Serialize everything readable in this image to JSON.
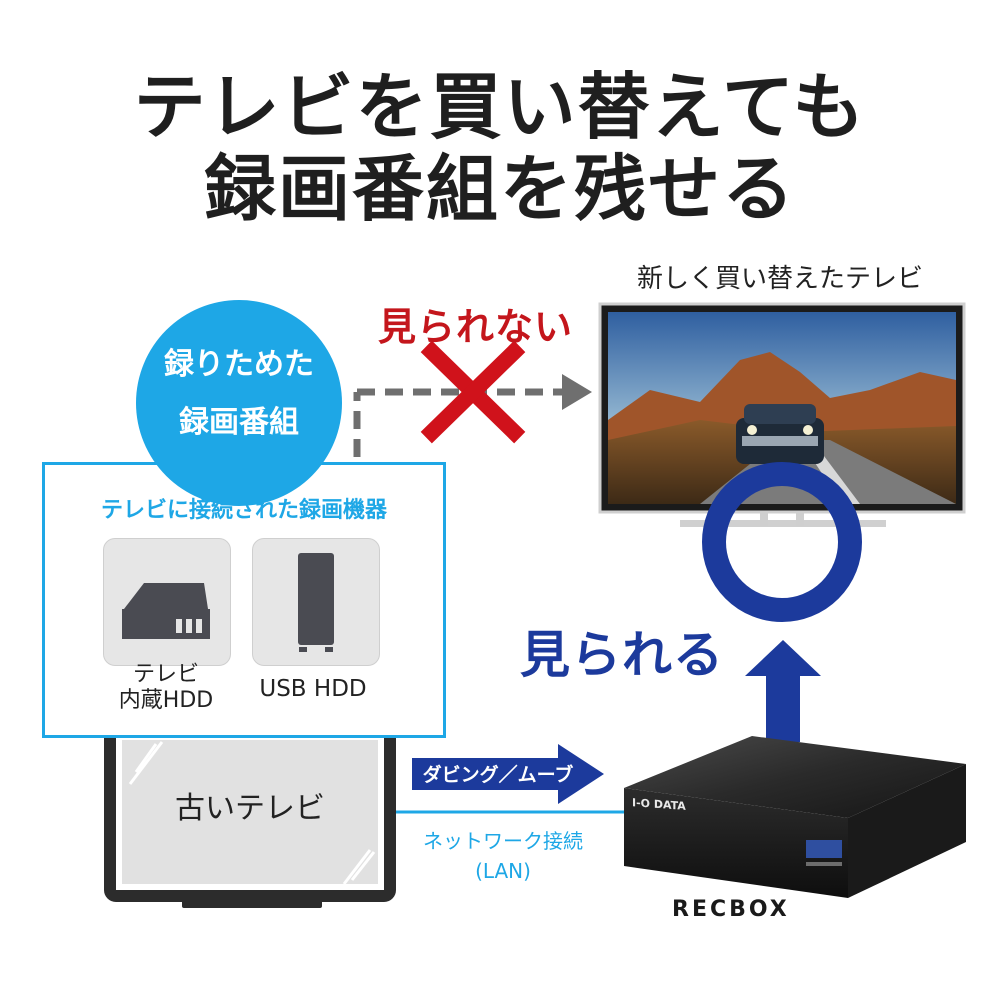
{
  "headline": {
    "line1": "テレビを買い替えても",
    "line2": "録画番組を残せる"
  },
  "new_tv": {
    "label": "新しく買い替えたテレビ"
  },
  "status": {
    "not_visible": "見られない",
    "visible": "見られる"
  },
  "recorded_programs": {
    "line1": "録りためた",
    "line2": "録画番組"
  },
  "connected_devices": {
    "title": "テレビに接続された録画機器",
    "items": [
      {
        "label_line1": "テレビ",
        "label_line2": "内蔵HDD",
        "icon": "recorder-icon"
      },
      {
        "label_line1": "USB HDD",
        "label_line2": "",
        "icon": "usb-hdd-icon"
      }
    ]
  },
  "old_tv": {
    "label": "古いテレビ"
  },
  "transfer": {
    "label": "ダビング／ムーブ"
  },
  "network": {
    "line1": "ネットワーク接続",
    "line2": "(LAN)"
  },
  "recbox": {
    "brand": "RECBOX",
    "maker_badge": "I-O DATA"
  },
  "colors": {
    "accent_blue": "#1ea7e6",
    "navy": "#1c3a9c",
    "red": "#c4161c",
    "gray_dash": "#6f6f6f"
  }
}
